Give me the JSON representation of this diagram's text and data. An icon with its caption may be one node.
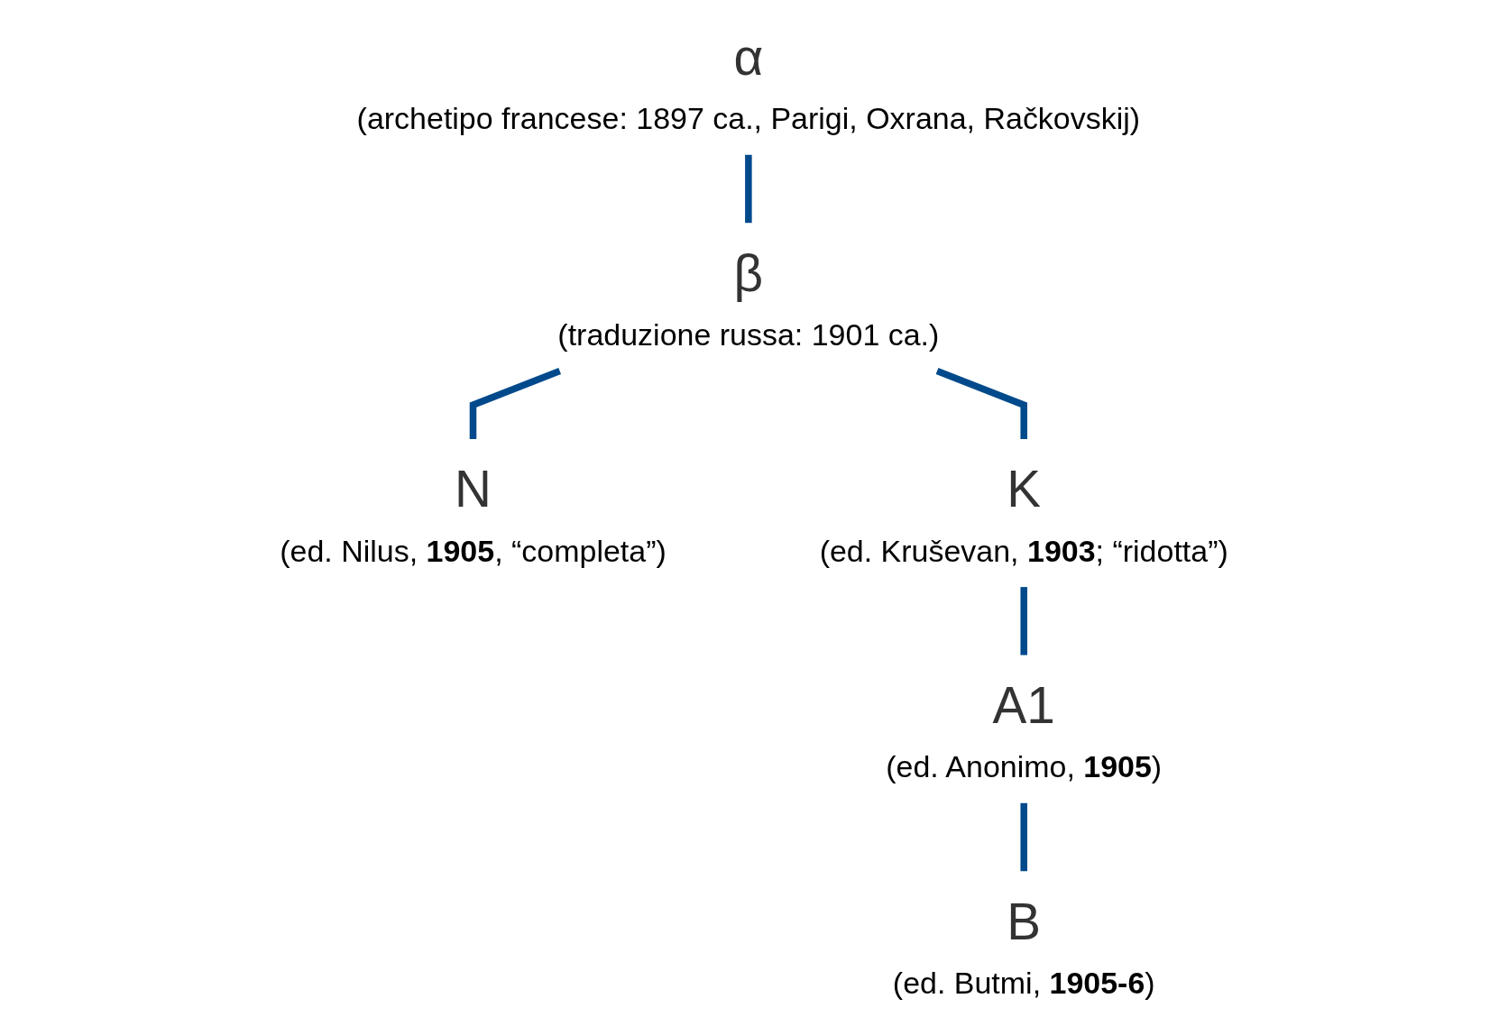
{
  "diagram": {
    "nodes": [
      {
        "text": [
          "α",
          "(archetipo francese: 1897 ca., Parigi, Oxrana, Račkovskij)"
        ]
      },
      {
        "text": [
          "β",
          "(traduzione russa: 1901 ca.)"
        ]
      },
      {
        "text": [
          "N",
          "(ed. Nilus, **1905**, “completa”)"
        ]
      },
      {
        "text": [
          "K",
          "(ed. Kruševan, **1903**; “ridotta”)"
        ]
      },
      {
        "text": [
          "A1",
          "(ed. Anonimo, **1905**)"
        ]
      },
      {
        "text": [
          "B",
          "(ed. Butmi, **1905-6**)"
        ]
      }
    ],
    "edges": [
      {
        "from": 0,
        "to": 1,
        "arrow": "none"
      },
      {
        "from": 1,
        "to": 2,
        "arrow": "none"
      },
      {
        "from": 1,
        "to": 3,
        "arrow": "none"
      },
      {
        "from": 3,
        "to": 4,
        "arrow": "none"
      },
      {
        "from": 4,
        "to": 5,
        "arrow": "none"
      }
    ]
  }
}
